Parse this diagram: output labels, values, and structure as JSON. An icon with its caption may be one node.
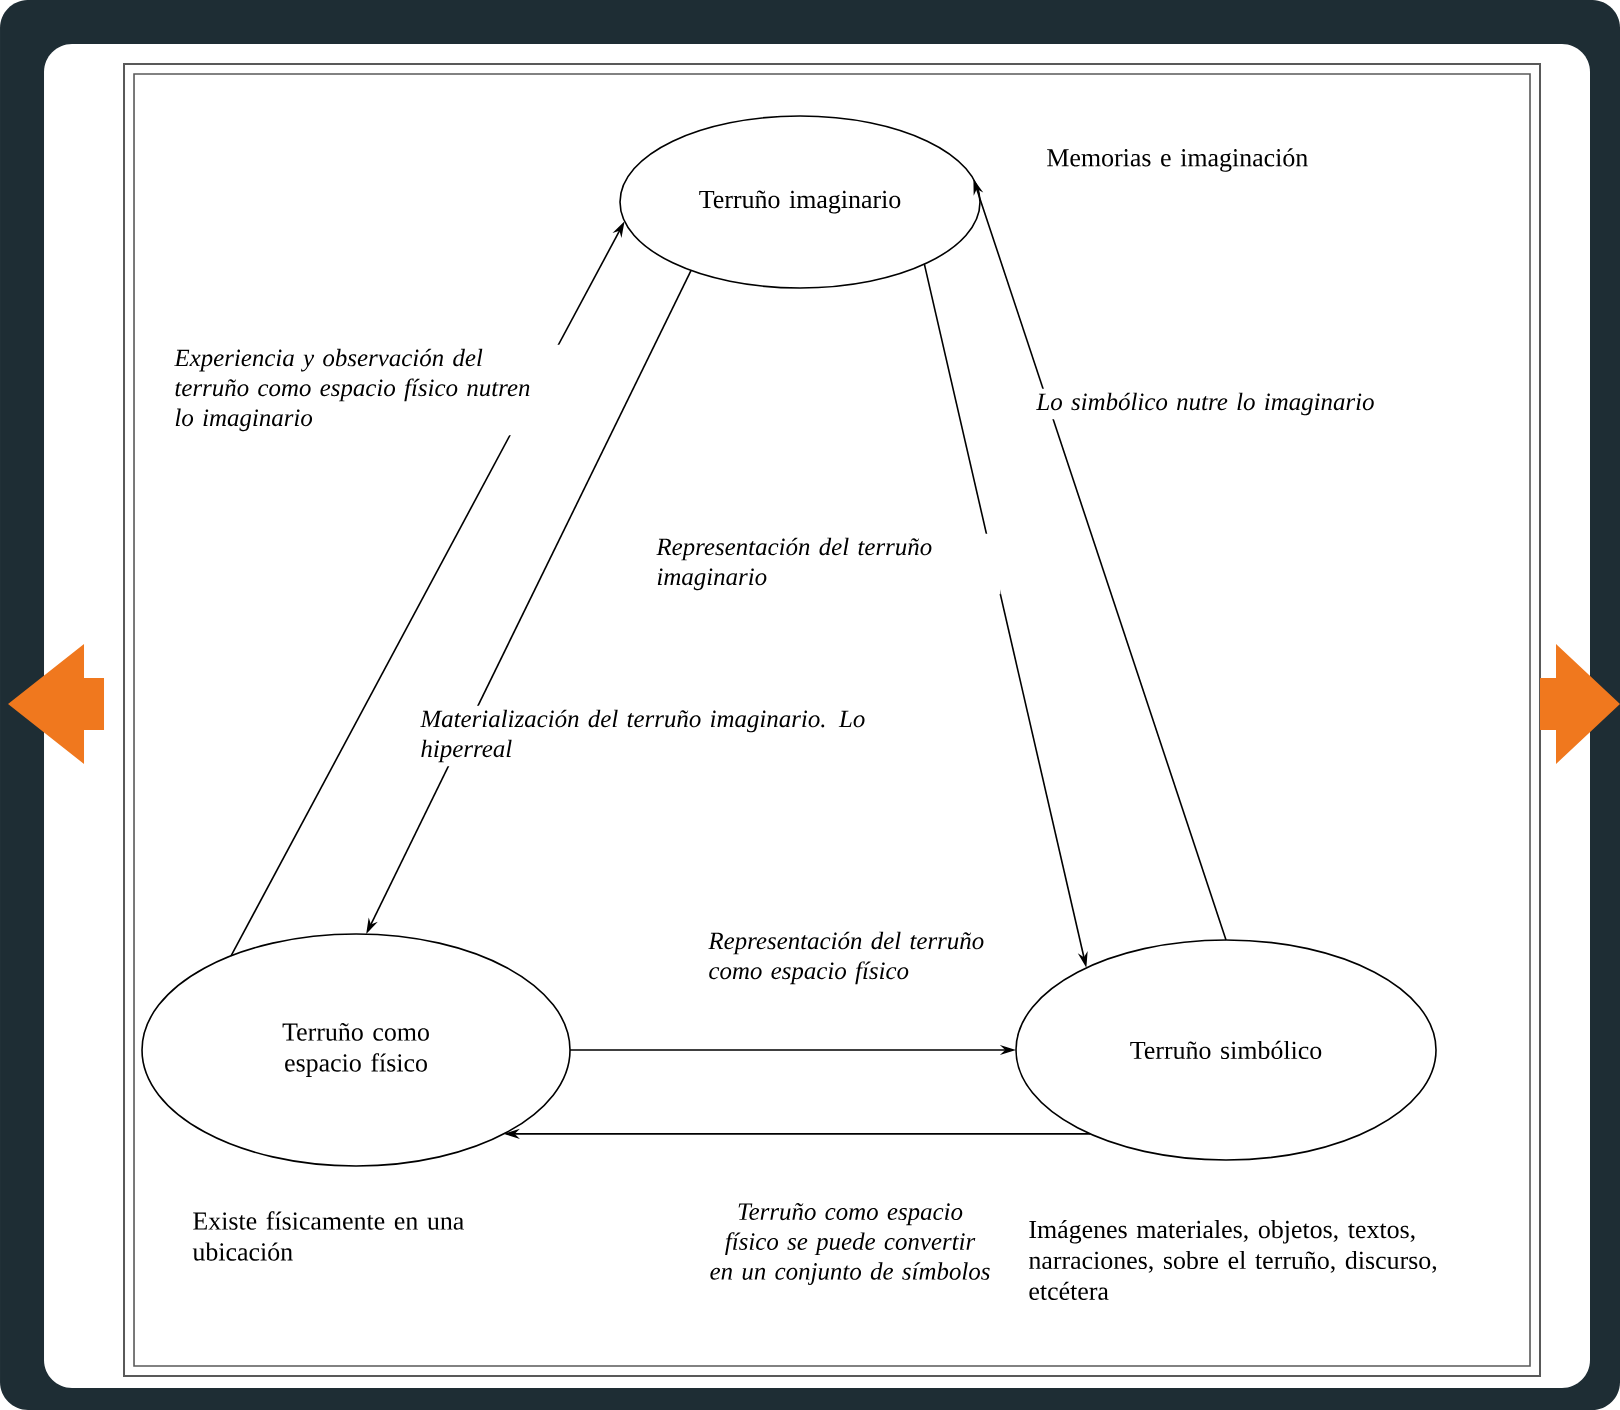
{
  "diagram": {
    "nodes": [
      {
        "text": [
          "Terruño imaginario"
        ],
        "beside": [
          "Memorias e imaginación"
        ]
      },
      {
        "text": [
          "Terruño como espacio físico"
        ],
        "beside": [
          "Existe físicamente en una ubicación"
        ]
      },
      {
        "text": [
          "Terruño simbólico"
        ],
        "beside": [
          "Imágenes materiales, objetos, textos, narraciones, sobre el terruño, discurso, etcétera"
        ]
      }
    ],
    "edges": [
      {
        "from": 1,
        "to": 0,
        "arrow": "to",
        "label": "Experiencia y observación del terruño como espacio físico nutren lo imaginario"
      },
      {
        "from": 0,
        "to": 1,
        "arrow": "to",
        "label": "Materialización del terruño imaginario. Lo hiperreal"
      },
      {
        "from": 0,
        "to": 2,
        "arrow": "to",
        "label": "Representación del terruño imaginario"
      },
      {
        "from": 2,
        "to": 0,
        "arrow": "to",
        "label": "Lo simbólico nutre lo imaginario"
      },
      {
        "from": 1,
        "to": 2,
        "arrow": "to",
        "label": "Representación del terruño como espacio físico"
      },
      {
        "from": 2,
        "to": 1,
        "arrow": "to",
        "label": "Terruño como espacio físico se puede convertir en un conjunto de símbolos"
      }
    ]
  }
}
